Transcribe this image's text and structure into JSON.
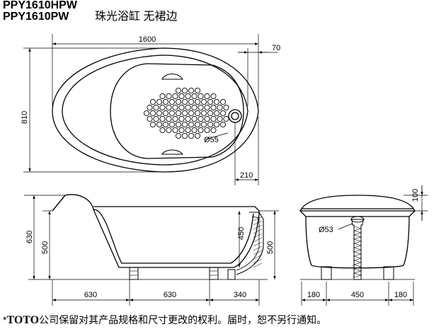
{
  "header": {
    "model_1": "PPY1610HPW",
    "model_2": "PPY1610PW",
    "description": "珠光浴缸  无裙边"
  },
  "dimensions": {
    "top_length": "1600",
    "top_rim": "70",
    "top_width": "810",
    "top_drain_offset": "210",
    "drain_diameter": "Ø55",
    "side_total_height": "630",
    "side_inner_height": "500",
    "side_depth": "450",
    "side_right_height": "500",
    "side_seg_1": "630",
    "side_seg_2": "630",
    "side_seg_3": "340",
    "end_cap_height": "100",
    "end_drain_diameter": "Ø53",
    "end_left": "180",
    "end_mid": "450",
    "end_right": "180"
  },
  "footer": {
    "asterisk": "*",
    "brand": "TOTO",
    "notice": "公司保留对其产品规格和尺寸更改的权利。届时，恕不另行通知。"
  }
}
